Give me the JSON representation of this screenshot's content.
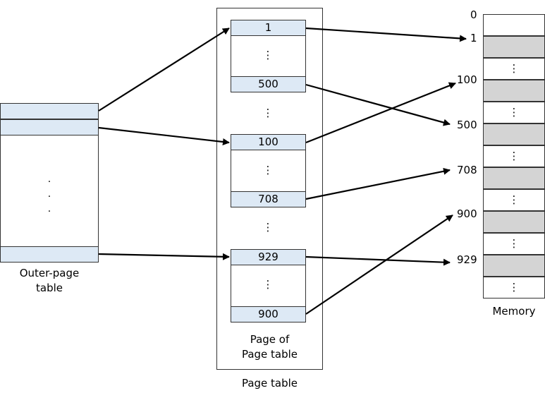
{
  "outer_table": {
    "caption_line1": "Outer-page",
    "caption_line2": "table"
  },
  "page_table": {
    "caption": "Page table",
    "inner_caption_line1": "Page of",
    "inner_caption_line2": "Page table",
    "pages": [
      {
        "top_entry": "1",
        "bottom_entry": "500"
      },
      {
        "top_entry": "100",
        "bottom_entry": "708"
      },
      {
        "top_entry": "929",
        "bottom_entry": "900"
      }
    ]
  },
  "memory": {
    "caption": "Memory",
    "frame_labels": [
      "0",
      "1",
      "100",
      "500",
      "708",
      "900",
      "929"
    ]
  },
  "ellipsis": "⋮",
  "colors": {
    "entry_fill": "#dde9f5",
    "memory_shaded": "#d4d4d4",
    "line": "#000000"
  }
}
